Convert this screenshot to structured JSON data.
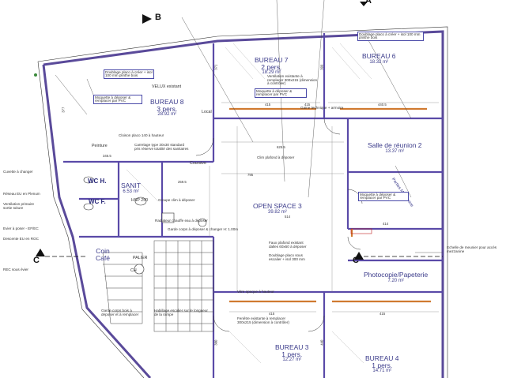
{
  "rooms": [
    {
      "key": "bureau8",
      "name": "BUREAU 8",
      "detail": "3 pers.",
      "area": "28.92 m²"
    },
    {
      "key": "bureau7",
      "name": "BUREAU 7",
      "detail": "2 pers.",
      "area": "18.29 m²"
    },
    {
      "key": "bureau6",
      "name": "BUREAU 6",
      "detail": "",
      "area": "18.32 m²"
    },
    {
      "key": "salle",
      "name": "Salle de réunion 2",
      "detail": "",
      "area": "13.37 m²"
    },
    {
      "key": "open",
      "name": "OPEN SPACE 3",
      "detail": "",
      "area": "39.82 m²"
    },
    {
      "key": "sanit",
      "name": "SANIT",
      "detail": "",
      "area": "6.53 m²"
    },
    {
      "key": "wch",
      "name": "WC H.",
      "detail": "",
      "area": ""
    },
    {
      "key": "wcf",
      "name": "WC F.",
      "detail": "",
      "area": ""
    },
    {
      "key": "coin",
      "name": "Coin",
      "detail": "Café",
      "area": ""
    },
    {
      "key": "photo",
      "name": "Photocopie/Papeterie",
      "detail": "",
      "area": "7.20 m²"
    },
    {
      "key": "bureau3",
      "name": "BUREAU 3",
      "detail": "1 pers.",
      "area": "12.27 m²"
    },
    {
      "key": "bureau4",
      "name": "BUREAU 4",
      "detail": "1 pers.",
      "area": "14.71 m²"
    }
  ],
  "sections": {
    "b": "B",
    "c": "C",
    "c2": "C",
    "a": "A"
  },
  "labels": {
    "palier": "PALIER",
    "parties": "Parties Mezzanine",
    "ch": "CH",
    "velux": "VELUX existant",
    "peinture": "Peinture",
    "hsp": "HSP 250",
    "coursive": "Coursive",
    "local": "Local"
  },
  "dims": [
    "346.5",
    "415",
    "415",
    "440.5",
    "625.5",
    "795",
    "259.5",
    "514",
    "414",
    "415",
    "415",
    "377",
    "371",
    "399",
    "380",
    "440"
  ],
  "notes": [
    "Doublage placo à créer + isol 100 mm plinthe bois",
    "Moquette à déposer & remplacer par PVC",
    "Ventilation existante à remplacer 300x215 (dimension à contrôler)",
    "Cloison placo 140 à hauteur",
    "Carrelage type 30x30 standard pris réserve totalité des sanitaires",
    "Moquette à déposer & remplacer par PVC",
    "Cuvette à changer",
    "Réseau EU en Plenum",
    "Ventilation primaire sortie toiture",
    "Evier à poser - EF/EC",
    "Descente EU en ROC",
    "REC sous évier",
    "Faux plafond existant dalles 60x60 à déposer",
    "Doublage placo sous escalier + isol 300 mm",
    "Vitre opaque à hauteur",
    "Habillage escalier sur le longueur de la rampe",
    "Garde corps bois à déposer et à remplacer",
    "Doublage placo à créer + isol 100 mm plinthe bois",
    "Echelle de meunier pour accès mezzanine",
    "Moquette à déposer & remplacer par PVC",
    "Fenêtre existante à remplacer 300x215 (dimension à contrôler)",
    "Gaine technique + armoire",
    "Clim plafond à déposer",
    "Groupe clim à déposer",
    "Radiateur chauffe eau à déposer",
    "Garde corps à déposer & changer H: 1.00m"
  ]
}
